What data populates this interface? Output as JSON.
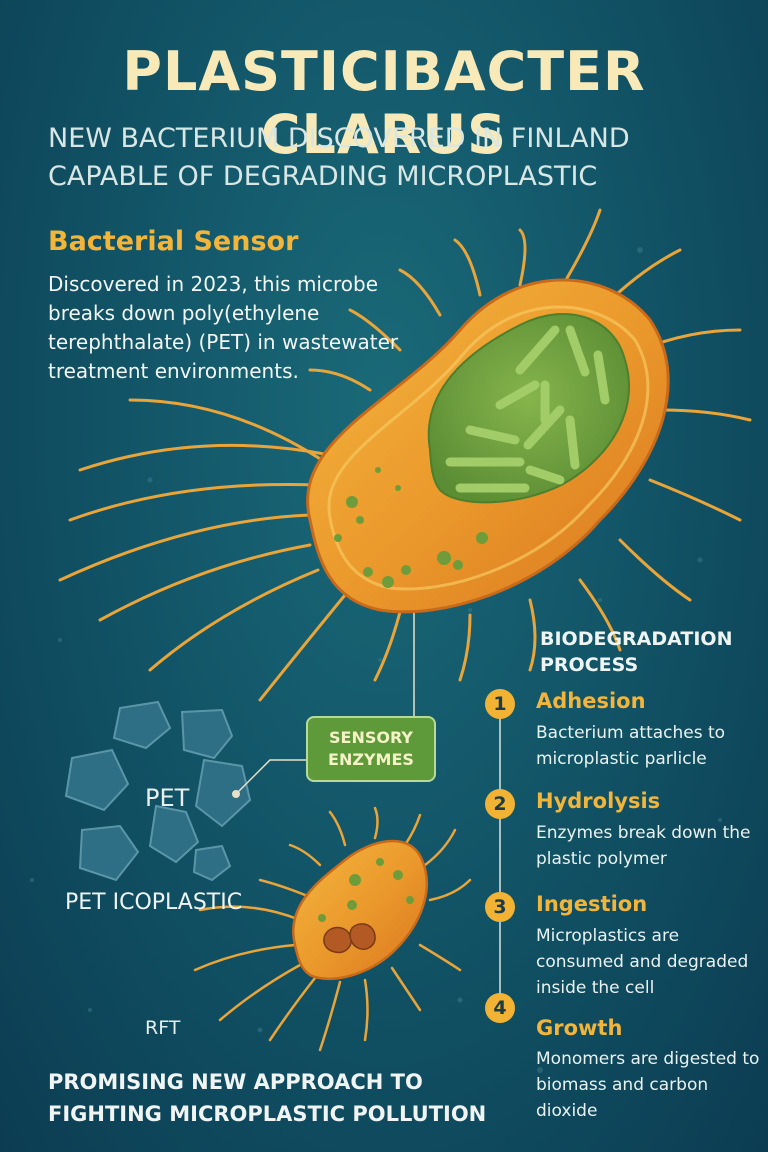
{
  "title": "PLASTICIBACTER CLARUS",
  "subtitle": {
    "line1": "NEW BACTERIUM DISCOVERED IN FINLAND",
    "line2": "CAPABLE OF DEGRADING MICROPLASTIC"
  },
  "sensor": {
    "heading": "Bacterial Sensor",
    "description": "Discovered in 2023, this microbe breaks down poly(ethylene terephthalate) (PET) in wastewater treatment environments."
  },
  "enzymes_label": {
    "line1": "SENSORY",
    "line2": "ENZYMES"
  },
  "pet_label": "PET",
  "pet_icoplastic_label": "PET ICOPLASTIC",
  "rft_label": "RFT",
  "promise": {
    "line1": "PROMISING NEW APPROACH TO",
    "line2": "FIGHTING MICROPLASTIC POLLUTION"
  },
  "process": {
    "heading_line1": "BIODEGRADATION",
    "heading_line2": "PROCESS",
    "steps": [
      {
        "num": "1",
        "title": "Adhesion",
        "desc": "Bacterium attaches to microplastic parlicle"
      },
      {
        "num": "2",
        "title": "Hydrolysis",
        "desc": "Enzymes break down the plastic polymer"
      },
      {
        "num": "3",
        "title": "Ingestion",
        "desc": "Microplastics are consumed and degraded inside the cell"
      },
      {
        "num": "4",
        "title": "Growth",
        "desc": "Monomers are digested to biomass and carbon dioxide"
      }
    ]
  },
  "colors": {
    "background": "#145a6c",
    "accent_yellow": "#f2b53a",
    "bacterium_orange": "#e8912a",
    "nucleoid_green": "#6a9e3c",
    "plastic_blue": "#2f6f86"
  }
}
